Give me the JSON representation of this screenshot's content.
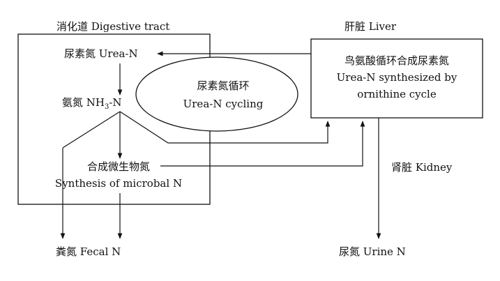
{
  "digestive_tract": {
    "title": "消化道 Digestive tract"
  },
  "liver": {
    "title": "肝脏 Liver",
    "box_lines": [
      "鸟氨酸循环合成尿素氮",
      "Urea-N synthesized by",
      "ornithine cycle"
    ]
  },
  "urea_n": "尿素氮 Urea-N",
  "ammonia_n": {
    "prefix": "氨氮 NH",
    "subscript": "3",
    "suffix": "-N"
  },
  "cycling": {
    "line1": "尿素氮循环",
    "line2": "Urea-N cycling"
  },
  "microbial_n": {
    "line1": "合成微生物氮",
    "line2": "Synthesis of microbal N"
  },
  "kidney": "肾脏 Kidney",
  "fecal_n": "粪氮 Fecal N",
  "urine_n": "尿氮 Urine N",
  "colors": {
    "line": "#111111",
    "background": "#ffffff"
  }
}
